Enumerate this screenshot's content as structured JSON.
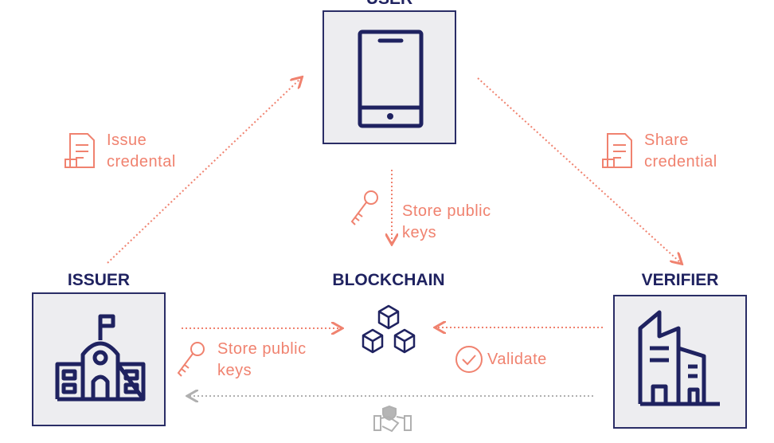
{
  "nodes": {
    "user": "USER",
    "issuer": "ISSUER",
    "blockchain": "BLOCKCHAIN",
    "verifier": "VERIFIER"
  },
  "edges": {
    "issue": [
      "Issue",
      "credental"
    ],
    "share": [
      "Share",
      "credential"
    ],
    "store_user": [
      "Store public",
      "keys"
    ],
    "store_issuer": [
      "Store public",
      "keys"
    ],
    "validate": "Validate"
  },
  "colors": {
    "navy": "#1f2260",
    "accent": "#f0826f",
    "grey": "#b0b0b0",
    "box": "#ededf0"
  }
}
